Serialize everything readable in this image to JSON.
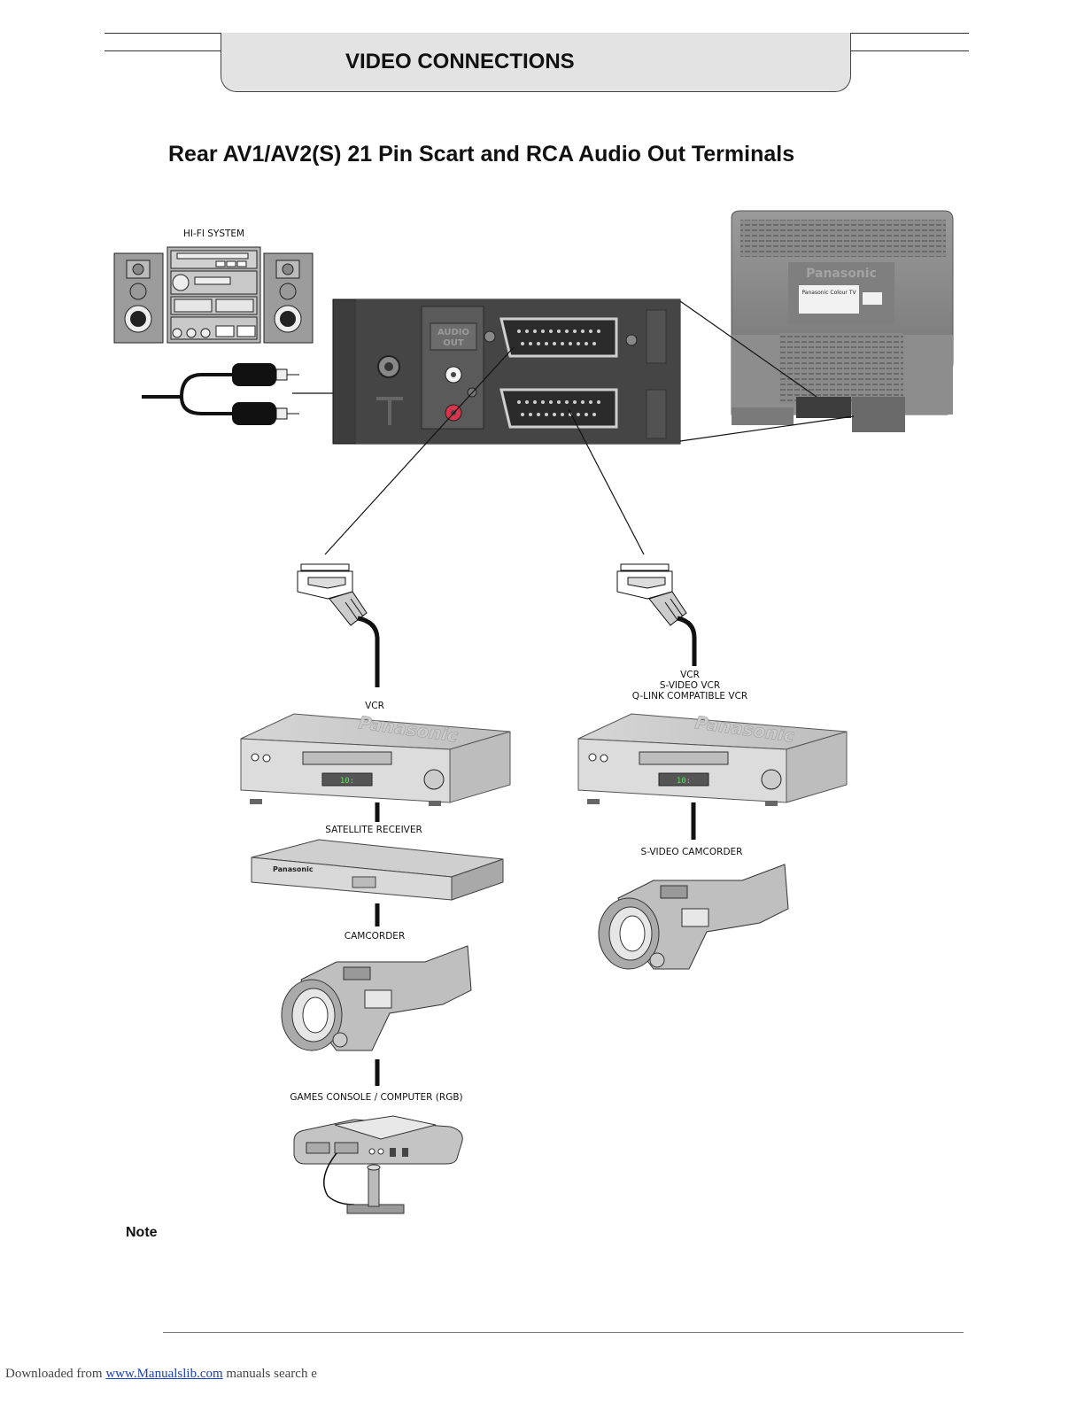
{
  "header": {
    "title": "VIDEO CONNECTIONS"
  },
  "subtitle": "Rear AV1/AV2(S) 21 Pin Scart and RCA Audio Out Terminals",
  "labels": {
    "hifi": "HI-FI SYSTEM",
    "vcr_left": "VCR",
    "vcr_right_1": "VCR",
    "vcr_right_2": "S-VIDEO VCR",
    "vcr_right_3": "Q-LINK COMPATIBLE VCR",
    "satellite": "SATELLITE RECEIVER",
    "camcorder": "CAMCORDER",
    "svideo_camcorder": "S-VIDEO CAMCORDER",
    "games": "GAMES CONSOLE / COMPUTER (RGB)",
    "audio_out": "AUDIO OUT",
    "tv_brand": "Panasonic",
    "tv_model": "Panasonic Colour TV",
    "vcr_brand": "Panasonic",
    "vcr_display": "10:",
    "sat_brand": "Panasonic"
  },
  "note": {
    "label": "Note"
  },
  "footer": {
    "prefix": "Downloaded from",
    "link": "www.Manualslib.com",
    "suffix": "manuals search e"
  }
}
